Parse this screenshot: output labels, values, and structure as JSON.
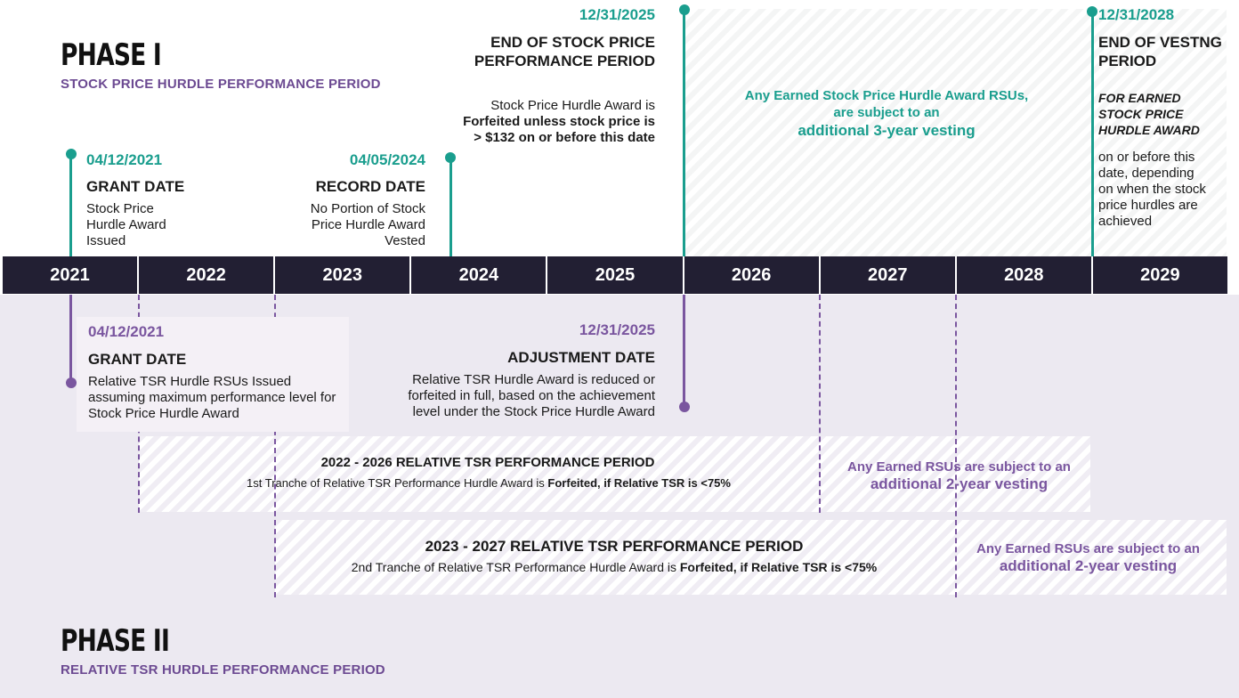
{
  "colors": {
    "teal": "#1a9e8e",
    "purple": "#7a569f",
    "dark": "#221f33",
    "phase2_bg": "#ece9f1"
  },
  "phase1": {
    "title": "PHASE I",
    "subtitle": "STOCK PRICE HURDLE PERFORMANCE PERIOD"
  },
  "phase2": {
    "title": "PHASE II",
    "subtitle": "RELATIVE TSR HURDLE PERFORMANCE PERIOD"
  },
  "years": [
    "2021",
    "2022",
    "2023",
    "2024",
    "2025",
    "2026",
    "2027",
    "2028",
    "2029"
  ],
  "top": {
    "grant": {
      "date": "04/12/2021",
      "heading": "GRANT DATE",
      "body": "Stock Price Hurdle Award Issued"
    },
    "record": {
      "date": "04/05/2024",
      "heading": "RECORD DATE",
      "body": "No Portion of Stock Price Hurdle Award Vested"
    },
    "end_stock": {
      "date": "12/31/2025",
      "heading": "END OF STOCK PRICE PERFORMANCE PERIOD",
      "body_pre": "Stock Price Hurdle Award is ",
      "body_bold": "Forfeited unless stock price is > $132 on or before this date"
    },
    "vesting_note": {
      "line1": "Any Earned Stock Price Hurdle Award RSUs, are subject to an",
      "line2": "additional 3-year vesting"
    },
    "end_vesting": {
      "date": "12/31/2028",
      "heading": "END OF VESTNG PERIOD",
      "subheading": "FOR EARNED STOCK PRICE HURDLE AWARD",
      "body": "on or before this date, depending on when the stock price hurdles are achieved"
    }
  },
  "bottom": {
    "grant": {
      "date": "04/12/2021",
      "heading": "GRANT DATE",
      "body": "Relative TSR Hurdle RSUs Issued assuming maximum performance level for Stock Price Hurdle Award"
    },
    "adjustment": {
      "date": "12/31/2025",
      "heading": "ADJUSTMENT DATE",
      "body": "Relative TSR Hurdle Award is reduced or forfeited in full, based on the achievement level under the Stock Price Hurdle Award"
    },
    "tranche1": {
      "heading": "2022 - 2026 RELATIVE TSR PERFORMANCE PERIOD",
      "body_pre": "1st Tranche of Relative TSR Performance Hurdle Award is ",
      "body_bold": "Forfeited, if Relative TSR is <75%",
      "vest_line1": "Any Earned RSUs are subject to an",
      "vest_line2": "additional 2-year vesting"
    },
    "tranche2": {
      "heading": "2023 - 2027 RELATIVE TSR PERFORMANCE PERIOD",
      "body_pre": "2nd Tranche of Relative TSR Performance Hurdle Award is ",
      "body_bold": "Forfeited, if Relative TSR is <75%",
      "vest_line1": "Any Earned RSUs are subject to an",
      "vest_line2": "additional 2-year vesting"
    }
  }
}
